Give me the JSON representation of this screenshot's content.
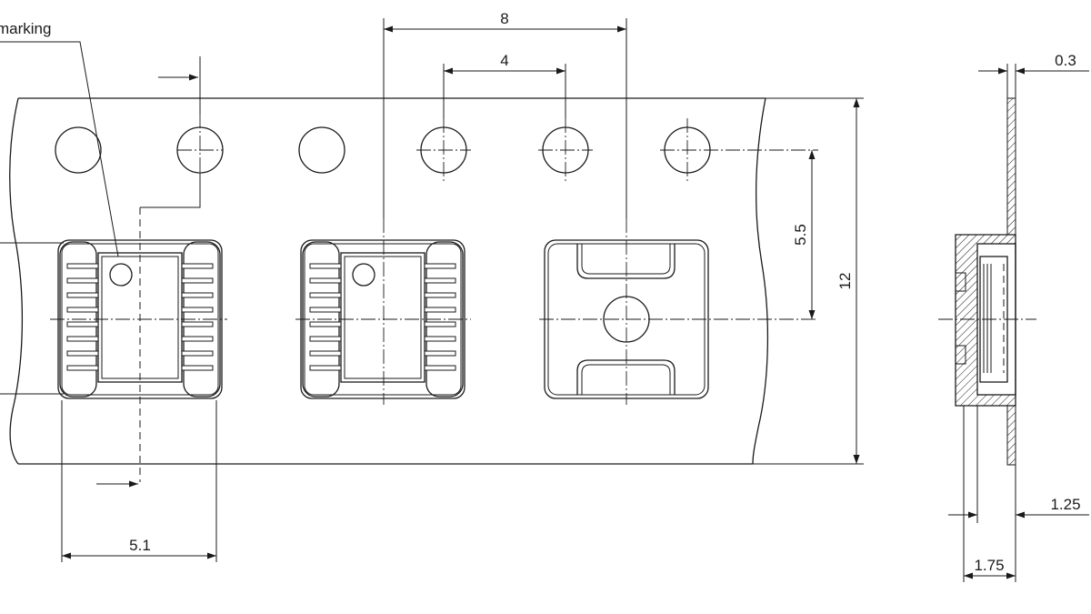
{
  "labels": {
    "marking": "marking",
    "dim_pitch": "8",
    "dim_hole_pitch": "4",
    "dim_hole_to_center": "5.5",
    "dim_tape_width": "12",
    "dim_thickness": "0.3",
    "dim_cavity_depth": "1.25",
    "dim_total_height": "1.75",
    "dim_component_width": "5.1"
  },
  "arrow_symbols": {
    "unrolling_direction": "arrow-right-icon"
  }
}
